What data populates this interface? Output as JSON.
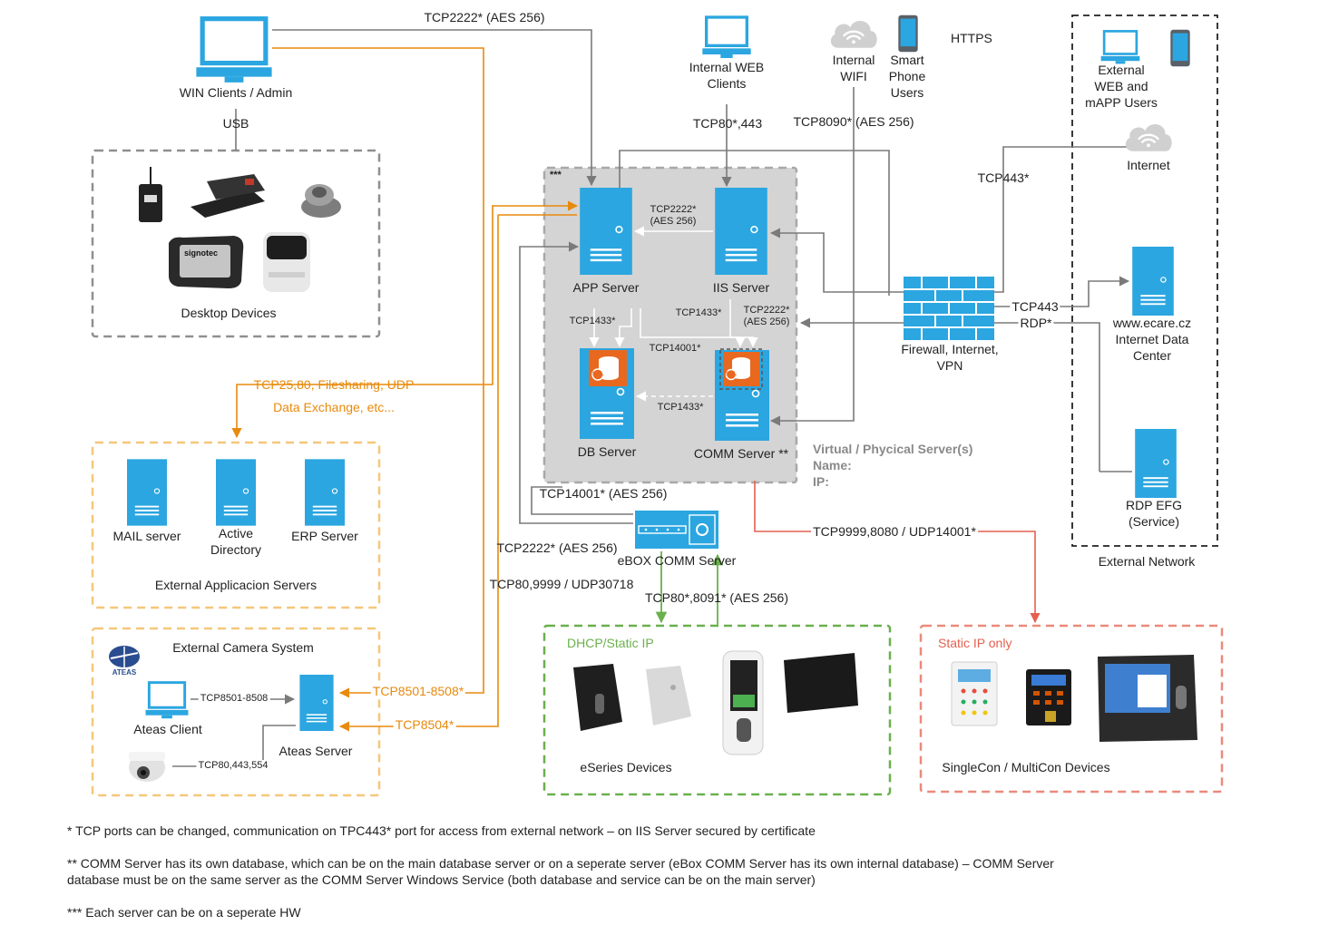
{
  "groups": {
    "desktop_devices": "Desktop Devices",
    "external_app_servers": "External Applicacion Servers",
    "camera_system": "External Camera System",
    "eseries_devices": "eSeries Devices",
    "dhcp_static": "DHCP/Static IP",
    "singlecon_devices": "SingleCon / MultiCon Devices",
    "static_ip_only": "Static IP only",
    "external_network": "External Network",
    "server_box_marker": "***",
    "virtual_servers_note": "Virtual / Phycical Server(s)\nName:\nIP:"
  },
  "nodes": {
    "win_clients": "WIN Clients / Admin",
    "usb": "USB",
    "app_server": "APP Server",
    "iis_server": "IIS Server",
    "db_server": "DB Server",
    "comm_server": "COMM Server **",
    "internal_web_clients": "Internal WEB\nClients",
    "internal_wifi": "Internal\nWIFI",
    "smart_phone": "Smart\nPhone\nUsers",
    "https": "HTTPS",
    "external_web": "External\nWEB and\nmAPP Users",
    "internet": "Internet",
    "firewall": "Firewall, Internet,\nVPN",
    "ecare_dc": "www.ecare.cz\nInternet Data\nCenter",
    "rdp_efg": "RDP EFG\n(Service)",
    "ebox_comm": "eBOX COMM Server",
    "mail_server": "MAIL server",
    "active_directory": "Active\nDirectory",
    "erp_server": "ERP Server",
    "ateas_client": "Ateas Client",
    "ateas_server": "Ateas Server",
    "ateas_logo": "ATEAS",
    "sql_badge": "SQL",
    "signotec": "signotec"
  },
  "connections": {
    "win_to_app": "TCP2222* (AES 256)",
    "web_to_iis": "TCP80*,443",
    "wifi_to_comm": "TCP8090* (AES 256)",
    "internet_to_fw": "TCP443*",
    "app_iis": "TCP2222*\n(AES 256)",
    "app_db": "TCP1433*",
    "iis_db": "TCP1433*",
    "iis_comm": "TCP2222*\n(AES 256)",
    "app_comm": "TCP14001*",
    "comm_db": "TCP1433*",
    "fw_tcp443": "TCP443",
    "fw_rdp": "RDP*",
    "ext_apps": "TCP25,80, Filesharing, UDP\nData Exchange, etc...",
    "comm_ebox": "TCP14001* (AES 256)",
    "ebox_app": "TCP2222* (AES 256)",
    "ebox_eseries_in": "TCP80,9999 / UDP30718",
    "ebox_eseries_out": "TCP80*,8091* (AES 256)",
    "comm_singlecon": "TCP9999,8080 / UDP14001*",
    "ateas_8501": "TCP8501-8508*",
    "ateas_8504": "TCP8504*",
    "ateas_client_link": "TCP8501-8508",
    "camera_link": "TCP80,443,554"
  },
  "footnotes": {
    "f1": "* TCP ports can be changed, communication on TPC443* port for access from external network – on IIS Server secured by certificate",
    "f2": "** COMM Server has its own database, which can be on the main database server or on a seperate server (eBox COMM Server has its own internal database) – COMM Server\ndatabase must be on the same server as the COMM Server Windows Service (both database and service can be on the main server)",
    "f3": "*** Each server can be on a seperate HW"
  },
  "colors": {
    "server_blue": "#2ba6e0",
    "orange": "#e88a0c",
    "green": "#6ab04c",
    "salmon": "#e46150",
    "gray_box": "#d4d4d4",
    "line_gray": "#7a7a7a",
    "db_orange": "#e8681f"
  }
}
